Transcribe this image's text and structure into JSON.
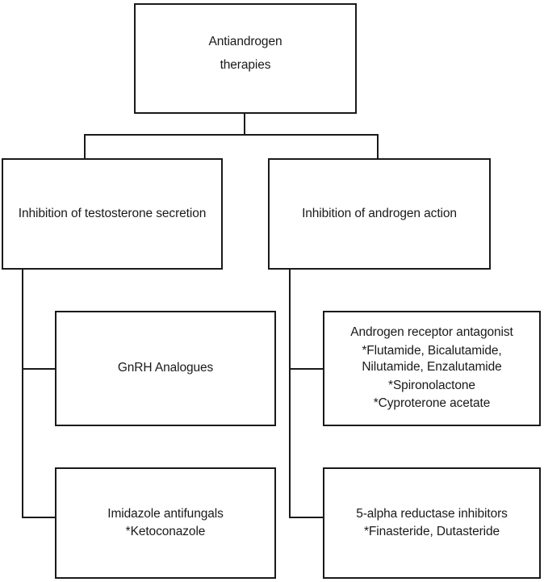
{
  "diagram": {
    "type": "flowchart-tree",
    "title": "Antiandrogen therapies",
    "orientation": "top-down",
    "colors": {
      "stroke": "#1a1a1a",
      "fill": "#ffffff",
      "text": "#1a1a1a"
    },
    "nodes": {
      "root": {
        "id": "root",
        "level": 0,
        "lines": [
          "Antiandrogen",
          "therapies"
        ],
        "line1": "Antiandrogen",
        "line2": "therapies"
      },
      "inhibition_testosterone": {
        "id": "inhibition-of-testosterone-secretion",
        "level": 1,
        "label": "Inhibition of testosterone secretion"
      },
      "inhibition_androgen": {
        "id": "inhibition-of-androgen-action",
        "level": 1,
        "label": "Inhibition of androgen action"
      },
      "gnrh": {
        "id": "gnrh-analogues",
        "level": 2,
        "parent": "inhibition-of-testosterone-secretion",
        "label": "GnRH Analogues"
      },
      "imidazole": {
        "id": "imidazole-antifungals",
        "level": 2,
        "parent": "inhibition-of-testosterone-secretion",
        "line1": "Imidazole antifungals",
        "line2": "*Ketoconazole"
      },
      "ar_antagonist": {
        "id": "androgen-receptor-antagonist",
        "level": 2,
        "parent": "inhibition-of-androgen-action",
        "line1": "Androgen receptor antagonist",
        "line2": "*Flutamide, Bicalutamide,",
        "line3": "Nilutamide, Enzalutamide",
        "line4": "*Spironolactone",
        "line5": "*Cyproterone acetate"
      },
      "five_alpha": {
        "id": "5-alpha-reductase-inhibitors",
        "level": 2,
        "parent": "inhibition-of-androgen-action",
        "line1": "5-alpha reductase inhibitors",
        "line2": "*Finasteride, Dutasteride"
      }
    }
  }
}
